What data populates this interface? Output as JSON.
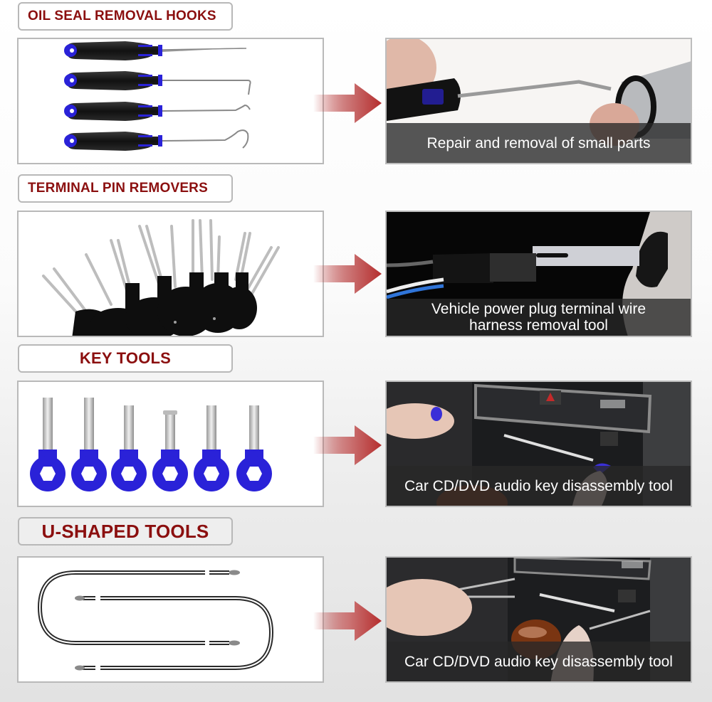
{
  "sections": [
    {
      "title": "OIL SEAL REMOVAL HOOKS",
      "product_image": "oil-seal-hook-set",
      "tool_count": 4,
      "caption_lines": [
        "Repair and removal of small parts"
      ],
      "photo": "hook-removing-o-ring"
    },
    {
      "title": "TERMINAL PIN REMOVERS",
      "product_image": "terminal-pin-remover-fan",
      "caption_lines": [
        "Vehicle power plug terminal wire",
        "harness removal tool"
      ],
      "photo": "pin-remover-in-connector"
    },
    {
      "title": "KEY TOOLS",
      "product_image": "radio-key-tools",
      "tool_count": 6,
      "caption_lines": [
        "Car CD/DVD audio key  disassembly tool"
      ],
      "photo": "key-tools-in-car-radio"
    },
    {
      "title": "U-SHAPED TOOLS",
      "product_image": "u-shaped-radio-removal-tools",
      "tool_count": 2,
      "caption_lines": [
        "Car CD/DVD audio key  disassembly tool"
      ],
      "photo": "u-tools-in-car-radio"
    }
  ],
  "colors": {
    "title_text": "#8b0f0f",
    "handle_blue": "#2a22d8",
    "arrow_red": "#b93a3a",
    "border_grey": "#b9b9b9"
  },
  "icons": {
    "arrow": "right-arrow-icon"
  }
}
